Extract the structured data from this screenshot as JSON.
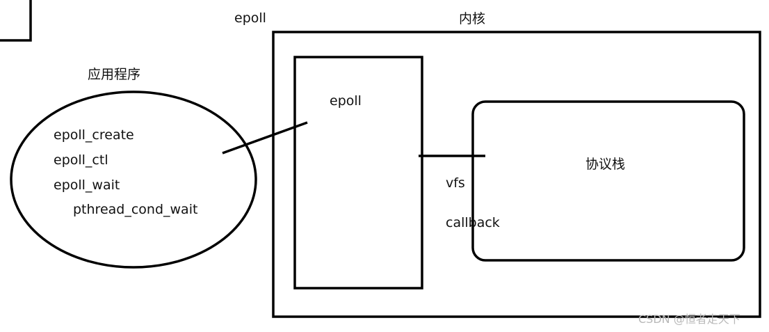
{
  "diagram": {
    "top_label": "epoll",
    "kernel": {
      "label": "内核"
    },
    "application": {
      "label": "应用程序",
      "calls": [
        "epoll_create",
        "epoll_ctl",
        "epoll_wait",
        "pthread_cond_wait"
      ]
    },
    "epoll_module": {
      "label": "epoll"
    },
    "protocol_stack": {
      "label": "协议栈"
    },
    "interface_labels": [
      "vfs",
      "callback"
    ]
  },
  "watermark": "CSDN @恒者走天下",
  "colors": {
    "stroke": "#000000",
    "text": "#111111",
    "watermark": "#b8b8b8"
  }
}
